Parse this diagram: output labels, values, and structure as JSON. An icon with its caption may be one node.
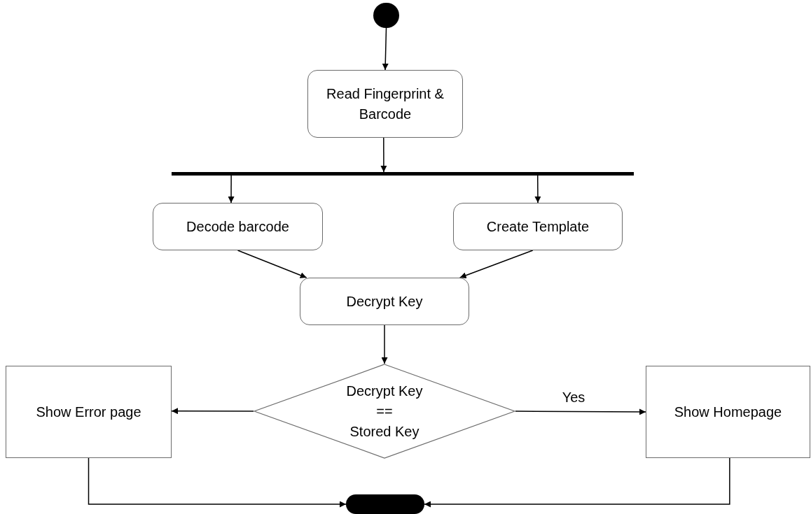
{
  "diagram": {
    "nodes": [
      {
        "text": [],
        "shape": "circle"
      },
      {
        "text": [
          "Read Fingerprint & Barcode"
        ]
      },
      {
        "text": [],
        "shape": "bar"
      },
      {
        "text": [
          "Decode barcode"
        ]
      },
      {
        "text": [
          "Create Template"
        ]
      },
      {
        "text": [
          "Decrypt Key"
        ]
      },
      {
        "text": [
          "Decrypt Key",
          "==",
          "Stored Key"
        ]
      },
      {
        "text": [
          "Show Error page"
        ]
      },
      {
        "text": [
          "Show Homepage"
        ]
      },
      {
        "text": [],
        "shape": "box"
      }
    ],
    "edges": [
      {
        "from": 0,
        "to": 1,
        "arrow": "to"
      },
      {
        "from": 1,
        "to": 2,
        "arrow": "to"
      },
      {
        "from": 2,
        "to": 3,
        "arrow": "to"
      },
      {
        "from": 2,
        "to": 4,
        "arrow": "to"
      },
      {
        "from": 3,
        "to": 5,
        "arrow": "to"
      },
      {
        "from": 4,
        "to": 5,
        "arrow": "to"
      },
      {
        "from": 5,
        "to": 6,
        "arrow": "to"
      },
      {
        "from": 6,
        "to": 7,
        "arrow": "to"
      },
      {
        "from": 6,
        "to": 8,
        "arrow": "to",
        "label": "Yes"
      },
      {
        "from": 7,
        "to": 9,
        "arrow": "to"
      },
      {
        "from": 8,
        "to": 9,
        "arrow": "to"
      }
    ]
  }
}
